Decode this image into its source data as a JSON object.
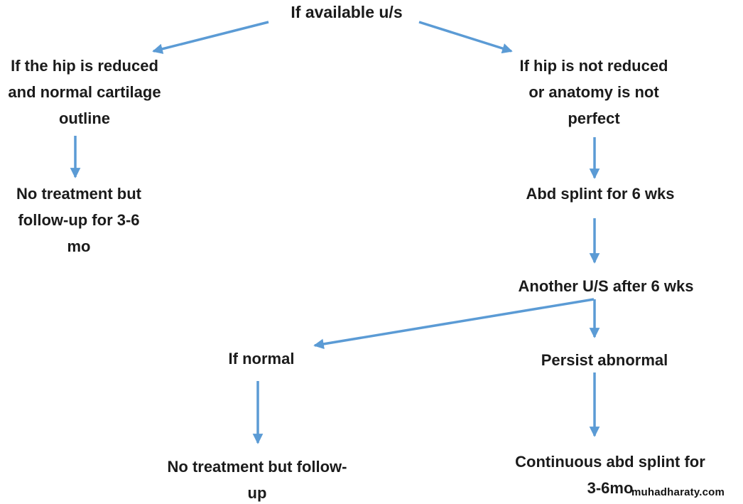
{
  "colors": {
    "arrow": "#5b9bd5",
    "text": "#1b1b1b"
  },
  "flowchart": {
    "root": {
      "label": "If available u/s"
    },
    "left_condition": {
      "lines": [
        "If the hip is reduced",
        "and normal cartilage",
        "outline"
      ]
    },
    "left_outcome": {
      "lines": [
        "No treatment but",
        "follow-up for 3-6",
        "mo"
      ]
    },
    "right_condition": {
      "lines": [
        "If hip is not reduced",
        "or anatomy is not",
        "perfect"
      ]
    },
    "abd_splint": {
      "label": "Abd splint for 6 wks"
    },
    "another_us": {
      "label": "Another U/S after 6 wks"
    },
    "if_normal": {
      "label": "If normal"
    },
    "persist_abnormal": {
      "label": "Persist abnormal"
    },
    "normal_outcome": {
      "lines": [
        "No treatment but follow-",
        "up"
      ]
    },
    "abnormal_outcome": {
      "lines": [
        "Continuous abd splint for",
        "3-6mo"
      ]
    }
  },
  "watermark": {
    "text": "muhadharaty.com"
  }
}
